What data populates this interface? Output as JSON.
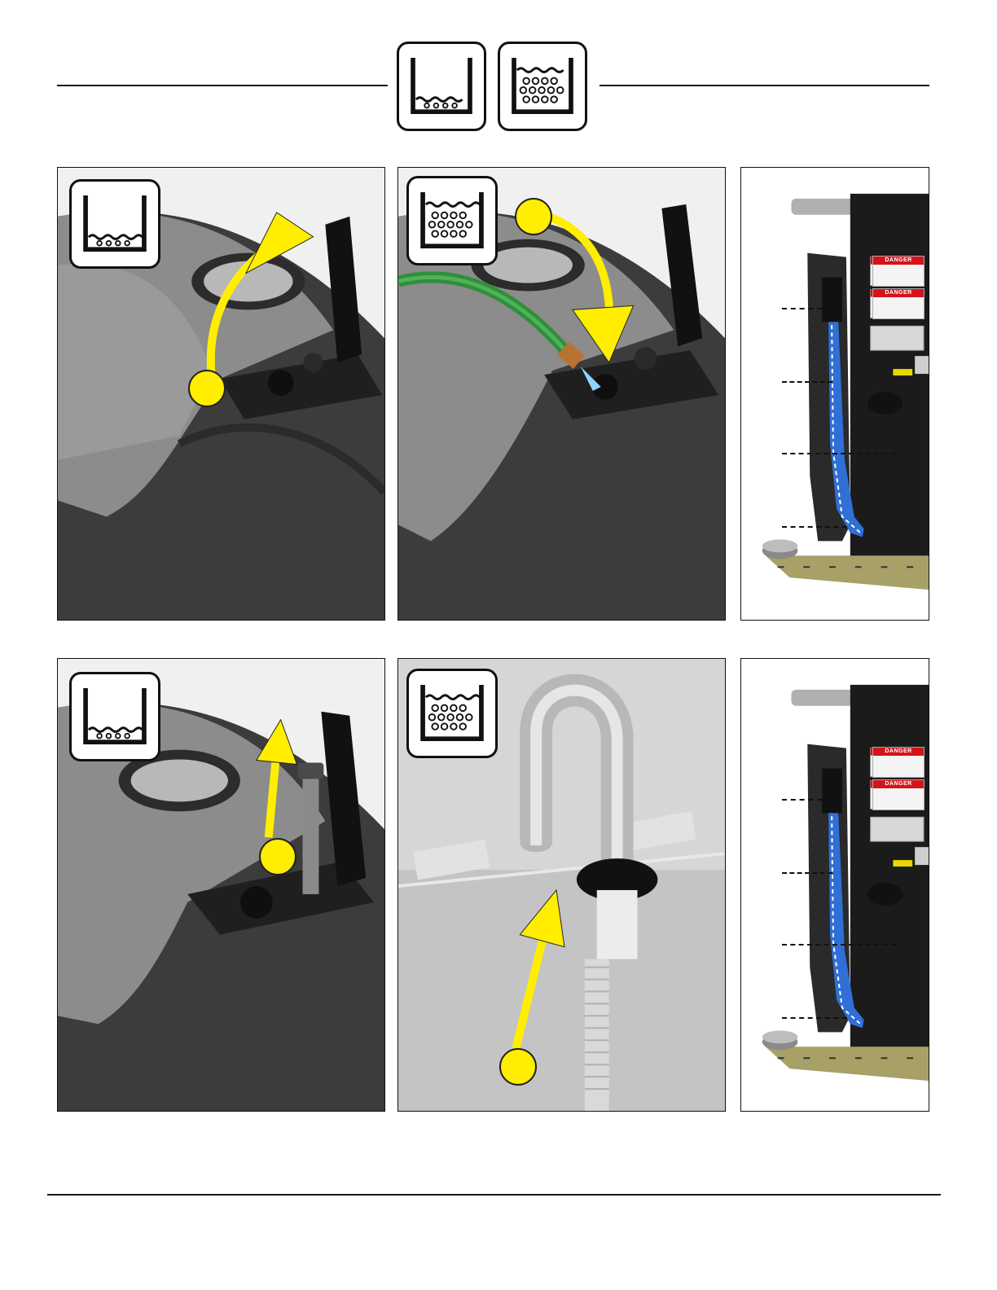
{
  "header_icons": [
    {
      "name": "tank-low-icon",
      "meaning": "recovery tank"
    },
    {
      "name": "tank-full-icon",
      "meaning": "solution tank"
    }
  ],
  "panels": {
    "p1": {
      "badge": "tank-low-icon"
    },
    "p2": {
      "badge": "tank-full-icon"
    },
    "p4": {
      "badge": "tank-low-icon"
    },
    "p5": {
      "badge": "tank-full-icon"
    }
  },
  "machine_labels": {
    "danger_1": "DANGER",
    "danger_2": "DANGER"
  },
  "colors": {
    "callout": "#ffee00",
    "machine_body": "#3a3a3a",
    "machine_top": "#8a8a8a",
    "hose_green": "#2f8f3a",
    "tube_blue": "#2f6fd6",
    "danger_red": "#d4141a"
  }
}
